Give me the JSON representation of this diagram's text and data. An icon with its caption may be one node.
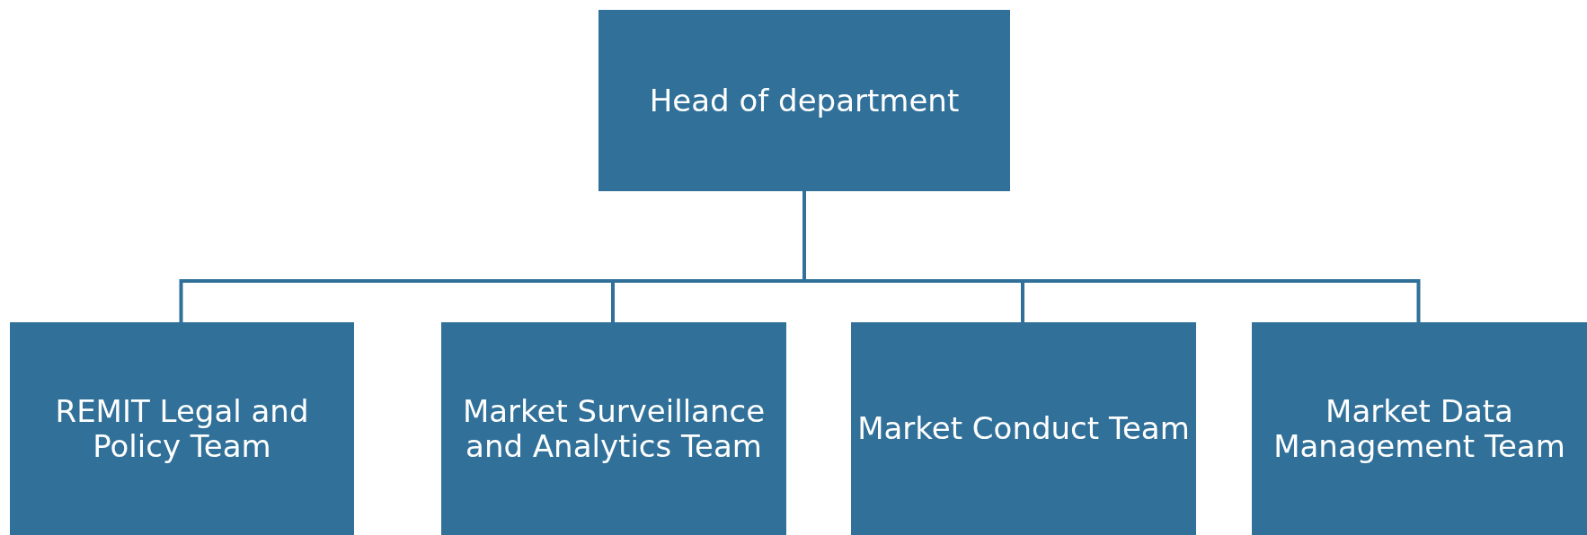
{
  "diagram": {
    "nodes": [
      {
        "text": [
          "Head of department"
        ]
      },
      {
        "text": [
          "REMIT Legal and Policy Team"
        ]
      },
      {
        "text": [
          "Market Surveillance and Analytics Team"
        ]
      },
      {
        "text": [
          "Market Conduct Team"
        ]
      },
      {
        "text": [
          "Market Data Management Team"
        ]
      }
    ],
    "edges": [
      {
        "from": 0,
        "to": 1,
        "arrow": "none"
      },
      {
        "from": 0,
        "to": 2,
        "arrow": "none"
      },
      {
        "from": 0,
        "to": 3,
        "arrow": "none"
      },
      {
        "from": 0,
        "to": 4,
        "arrow": "none"
      }
    ]
  }
}
